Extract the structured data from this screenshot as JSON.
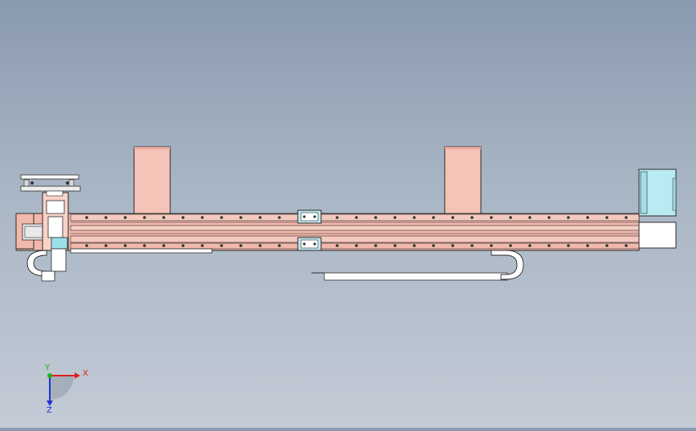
{
  "viewport": {
    "background_top": "#8a9aaf",
    "background_bottom": "#c3cbd6"
  },
  "model": {
    "frame_color": "#f2b8ac",
    "frame_edge_color": "#2b2b2b",
    "motor_color": "#b9ecf2",
    "slider_block_color": "#bfe8f0",
    "cable_carrier_color": "#ffffff",
    "part_fill_color": "#f5c3b7"
  },
  "triad": {
    "x_label": "X",
    "y_label": "Y",
    "z_label": "Z",
    "x_color": "#e02020",
    "y_color": "#20b020",
    "z_color": "#2030d0"
  }
}
